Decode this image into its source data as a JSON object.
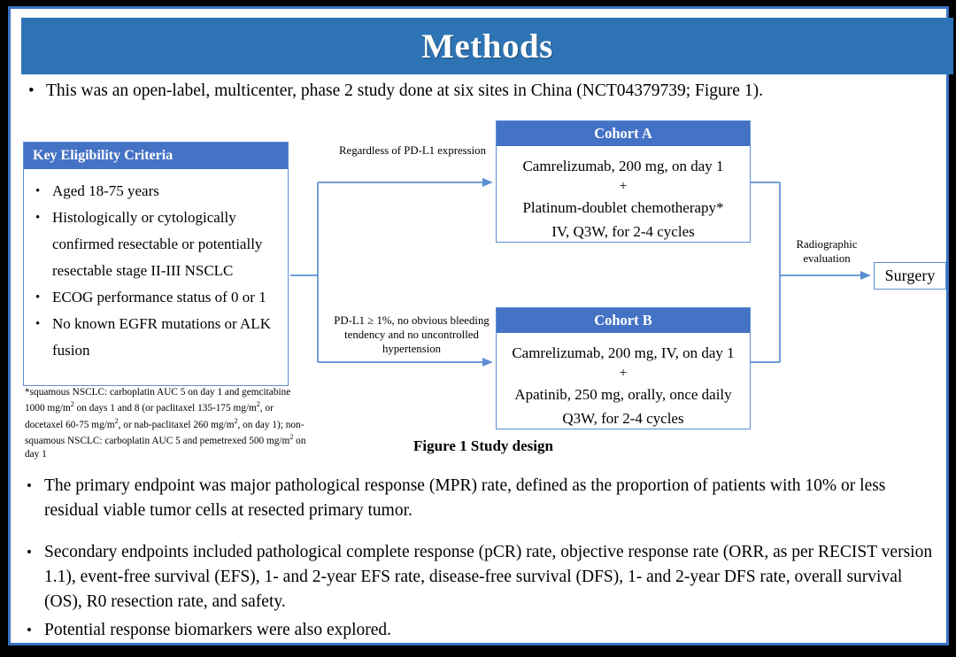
{
  "slide": {
    "title": "Methods",
    "title_bar_color": "#2E74B5",
    "frame_color": "#3A72C4",
    "accent_color": "#4472C4",
    "connector_color": "#5B8FD4"
  },
  "intro": {
    "bullet": "•",
    "text": "This was an open-label, multicenter, phase 2 study done at six sites in China (NCT04379739; Figure 1)."
  },
  "diagram": {
    "eligibility": {
      "header": "Key  Eligibility Criteria",
      "items": [
        "Aged 18-75 years",
        "Histologically or cytologically confirmed resectable or potentially resectable stage II-III  NSCLC",
        "ECOG performance status of 0 or 1",
        "No known EGFR mutations or ALK fusion"
      ]
    },
    "footnote": "*squamous NSCLC: carboplatin AUC 5 on day 1 and gemcitabine 1000 mg/m2 on days 1 and 8 (or paclitaxel 135-175 mg/m2, or docetaxel 60-75 mg/m2, or nab-paclitaxel 260 mg/m2, on day 1); non-squamous NSCLC: carboplatin AUC 5 and pemetrexed 500 mg/m2 on day 1",
    "labels": {
      "regardless": "Regardless  of PD-L1 expression",
      "pdl1": "PD-L1 ≥ 1%, no obvious bleeding tendency and no uncontrolled  hypertension",
      "radiographic": "Radiographic evaluation"
    },
    "cohort_a": {
      "header": "Cohort A",
      "line1": "Camrelizumab, 200 mg, on day 1",
      "plus": "+",
      "line2": "Platinum-doublet chemotherapy*",
      "line3": "IV, Q3W, for 2-4 cycles"
    },
    "cohort_b": {
      "header": "Cohort B",
      "line1": "Camrelizumab, 200 mg, IV, on day 1",
      "plus": "+",
      "line2": "Apatinib, 250 mg, orally, once daily",
      "line3": "Q3W, for 2-4 cycles"
    },
    "surgery": "Surgery",
    "caption": "Figure 1 Study design"
  },
  "endpoints": [
    {
      "bullet": "•",
      "text": "The primary endpoint was major pathological response (MPR) rate, defined as the proportion of patients with 10% or less residual viable tumor cells at resected primary tumor."
    },
    {
      "bullet": "•",
      "text": "Secondary endpoints included pathological complete response (pCR) rate, objective response rate (ORR, as per RECIST version 1.1), event-free survival (EFS), 1- and 2-year EFS rate, disease-free survival (DFS), 1- and 2-year DFS rate, overall survival (OS), R0 resection rate, and safety."
    },
    {
      "bullet": "•",
      "text": "Potential response biomarkers were also explored."
    }
  ]
}
